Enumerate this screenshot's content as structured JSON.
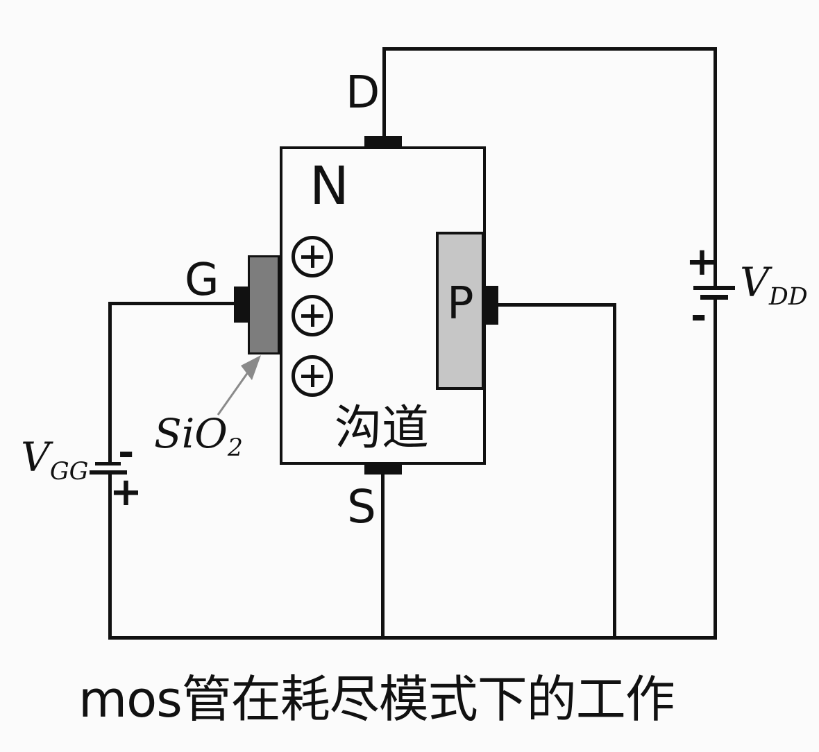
{
  "title": "mos管在耗尽模式下的工作",
  "regions": {
    "n": "N",
    "p": "P",
    "channel": "沟道"
  },
  "terminals": {
    "drain": "D",
    "gate": "G",
    "source": "S"
  },
  "oxide_label": {
    "base": "SiO",
    "sub": "2"
  },
  "supplies": {
    "vgg": {
      "name": "V",
      "sub": "GG",
      "positive": "+",
      "negative": "-"
    },
    "vdd": {
      "name": "V",
      "sub": "DD",
      "positive": "+",
      "negative": "-"
    }
  },
  "carriers": {
    "icon": "plus-in-circle",
    "count": 3
  },
  "colors": {
    "background": "#fbfbfb",
    "line": "#111111",
    "gate_oxide_fill": "#7d7d7d",
    "p_region_fill": "#c6c6c6",
    "arrow": "#8a8a8a"
  }
}
